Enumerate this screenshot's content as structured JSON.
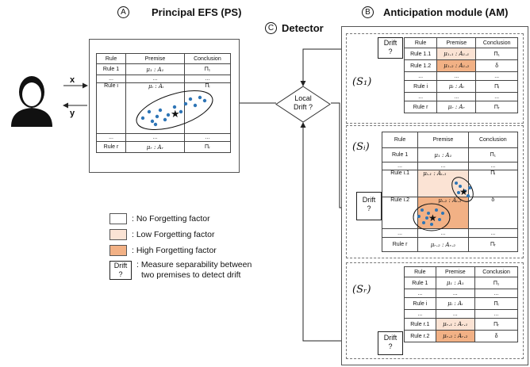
{
  "headers": {
    "ps": {
      "letter": "A",
      "title": "Principal EFS  (PS)"
    },
    "am": {
      "letter": "B",
      "title": "Anticipation module (AM)"
    },
    "detector": {
      "letter": "C",
      "title": "Detector"
    }
  },
  "arrows": {
    "x": "x",
    "y": "y"
  },
  "detector_diamond": {
    "line1": "Local",
    "line2": "Drift ?"
  },
  "ps_table": {
    "headers": [
      "Rule",
      "Premise",
      "Conclusion"
    ],
    "rows": [
      [
        "Rule 1",
        "μ₁ : A₁",
        "Π₁"
      ],
      [
        "...",
        "...",
        "..."
      ],
      [
        "Rule i",
        "μᵢ : Aᵢ",
        "Πᵢ"
      ],
      [
        "...",
        "...",
        "..."
      ],
      [
        "Rule r",
        "μᵣ : Aᵣ",
        "Πᵣ"
      ]
    ]
  },
  "s1": {
    "label": "(S₁)",
    "drift": {
      "line1": "Drift",
      "line2": "?"
    },
    "headers": [
      "Rule",
      "Premise",
      "Conclusion"
    ],
    "rows": [
      [
        "Rule 1.1",
        "μ₁.₁ : A₁.₁",
        "Π₁"
      ],
      [
        "Rule 1.2",
        "μ₁.₂ : A₁.₂",
        "δ"
      ],
      [
        "...",
        "...",
        "..."
      ],
      [
        "Rule i",
        "μᵢ : Aᵢ",
        "Πᵢ"
      ],
      [
        "...",
        "...",
        "..."
      ],
      [
        "Rule r",
        "μᵣ : Aᵣ",
        "Πᵣ"
      ]
    ]
  },
  "si": {
    "label": "(Sᵢ)",
    "drift": {
      "line1": "Drift",
      "line2": "?"
    },
    "headers": [
      "Rule",
      "Premise",
      "Conclusion"
    ],
    "rows": [
      [
        "Rule 1",
        "μ₁ : A₁",
        "Π₁"
      ],
      [
        "...",
        "...",
        "..."
      ],
      [
        "Rule i.1",
        "μᵢ.₁ : Aᵢ.₁",
        "Πᵢ"
      ],
      [
        "Rule i.2",
        "μᵢ.₂ : Aᵢ.₂",
        "δ"
      ],
      [
        "...",
        "...",
        "..."
      ],
      [
        "Rule r",
        "μᵣ.₂ : Aᵣ.₂",
        "Πᵣ"
      ]
    ]
  },
  "sr": {
    "label": "(Sᵣ)",
    "drift": {
      "line1": "Drift",
      "line2": "?"
    },
    "headers": [
      "Rule",
      "Premise",
      "Conclusion"
    ],
    "rows": [
      [
        "Rule 1",
        "μ₁ : A₁",
        "Π₁"
      ],
      [
        "...",
        "...",
        "..."
      ],
      [
        "Rule i",
        "μᵢ : Aᵢ",
        "Πᵢ"
      ],
      [
        "...",
        "...",
        "..."
      ],
      [
        "Rule r.1",
        "μᵣ.₁ : Aᵣ.₁",
        "Πᵣ"
      ],
      [
        "Rule r.2",
        "μᵣ.₂ : Aᵣ.₂",
        "δ"
      ]
    ]
  },
  "legend": {
    "none": ": No Forgetting factor",
    "low": ": Low Forgetting factor",
    "high": ": High Forgetting factor",
    "drift_box": {
      "line1": "Drift",
      "line2": "?"
    },
    "drift_line1": ": Measure separability between",
    "drift_line2": "two premises to detect drift"
  },
  "colors": {
    "low": "#fbe3d4",
    "high": "#f2b185",
    "dots": "#2e75b6"
  }
}
